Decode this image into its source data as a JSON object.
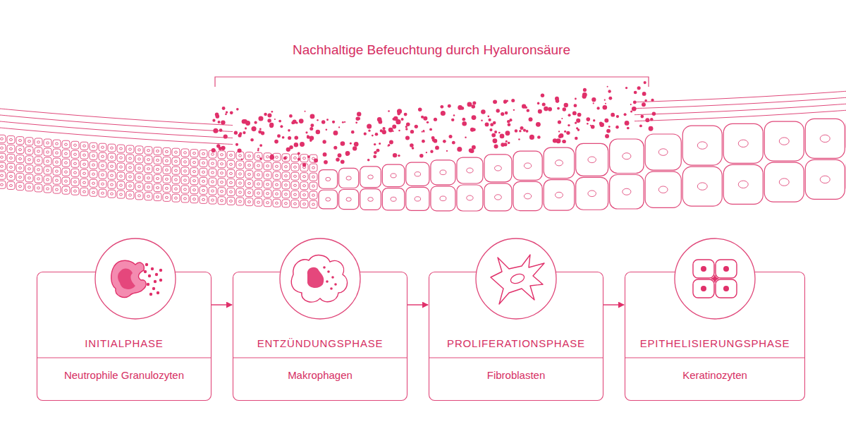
{
  "diagram": {
    "title": "Nachhaltige Befeuchtung durch Hyaluronsäure",
    "nodes": [
      {
        "text": [
          "INITIALPHASE",
          "Neutrophile Granulozyten"
        ]
      },
      {
        "text": [
          "ENTZÜNDUNGSPHASE",
          "Makrophagen"
        ]
      },
      {
        "text": [
          "PROLIFERATIONSPHASE",
          "Fibroblasten"
        ]
      },
      {
        "text": [
          "EPITHELISIERUNGSPHASE",
          "Keratinozyten"
        ]
      }
    ],
    "edges": [
      {
        "from": 0,
        "to": 1,
        "arrow": "to"
      },
      {
        "from": 1,
        "to": 2,
        "arrow": "to"
      },
      {
        "from": 2,
        "to": 3,
        "arrow": "to"
      }
    ]
  }
}
